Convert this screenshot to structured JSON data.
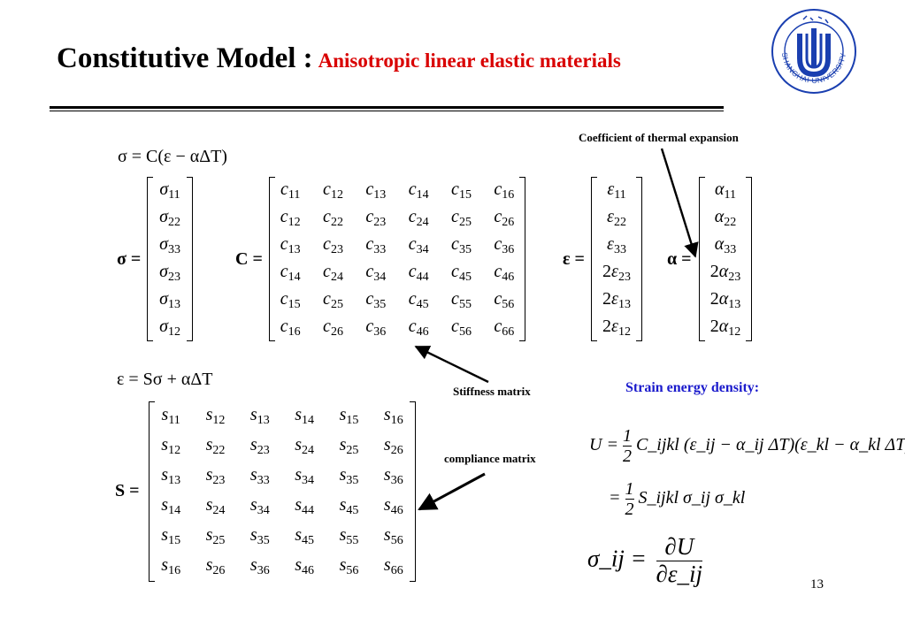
{
  "slide": {
    "title_main": "Constitutive Model :",
    "title_sub": "Anisotropic linear elastic materials",
    "page_number": "13"
  },
  "logo": {
    "text": "SHANGHAI UNIVERSITY"
  },
  "equations": {
    "stress_strain": "σ = C(ε − αΔT)",
    "strain_stress": "ε = Sσ + αΔT"
  },
  "matrices": {
    "sigma": {
      "label": "σ =",
      "entries": [
        "σ11",
        "σ22",
        "σ33",
        "σ23",
        "σ13",
        "σ12"
      ]
    },
    "stiffness": {
      "label": "C =",
      "rows": [
        [
          "c11",
          "c12",
          "c13",
          "c14",
          "c15",
          "c16"
        ],
        [
          "c12",
          "c22",
          "c23",
          "c24",
          "c25",
          "c26"
        ],
        [
          "c13",
          "c23",
          "c33",
          "c34",
          "c35",
          "c36"
        ],
        [
          "c14",
          "c24",
          "c34",
          "c44",
          "c45",
          "c46"
        ],
        [
          "c15",
          "c25",
          "c35",
          "c45",
          "c55",
          "c56"
        ],
        [
          "c16",
          "c26",
          "c36",
          "c46",
          "c56",
          "c66"
        ]
      ]
    },
    "epsilon": {
      "label": "ε =",
      "entries": [
        "ε11",
        "ε22",
        "ε33",
        "2ε23",
        "2ε13",
        "2ε12"
      ]
    },
    "alpha": {
      "label": "α =",
      "entries": [
        "α11",
        "α22",
        "α33",
        "2α23",
        "2α13",
        "2α12"
      ]
    },
    "compliance": {
      "label": "S =",
      "rows": [
        [
          "s11",
          "s12",
          "s13",
          "s14",
          "s15",
          "s16"
        ],
        [
          "s12",
          "s22",
          "s23",
          "s24",
          "s25",
          "s26"
        ],
        [
          "s13",
          "s23",
          "s33",
          "s34",
          "s35",
          "s36"
        ],
        [
          "s14",
          "s24",
          "s34",
          "s44",
          "s45",
          "s46"
        ],
        [
          "s15",
          "s25",
          "s35",
          "s45",
          "s55",
          "s56"
        ],
        [
          "s16",
          "s26",
          "s36",
          "s46",
          "s56",
          "s66"
        ]
      ]
    }
  },
  "annotations": {
    "thermal": "Coefficient of thermal expansion",
    "stiffness": "Stiffness matrix",
    "compliance": "compliance matrix"
  },
  "energy": {
    "heading": "Strain energy density:",
    "line1_lhs": "U =",
    "line1_num": "1",
    "line1_den": "2",
    "line1_rhs": "C_ijkl (ε_ij − α_ij ΔT)(ε_kl − α_kl ΔT)",
    "line2_lhs": "=",
    "line2_num": "1",
    "line2_den": "2",
    "line2_rhs": "S_ijkl σ_ij σ_kl",
    "derivative_lhs": "σ_ij =",
    "derivative_num": "∂U",
    "derivative_den": "∂ε_ij"
  }
}
